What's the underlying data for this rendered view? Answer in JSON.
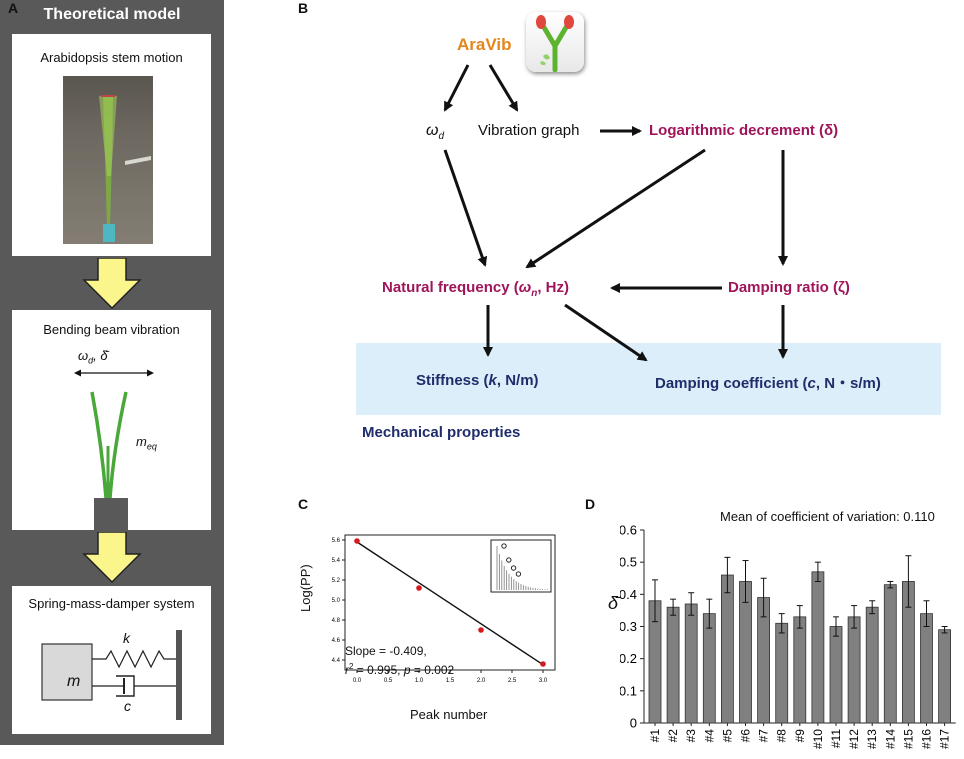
{
  "panels": {
    "a": "A",
    "b": "B",
    "c": "C",
    "d": "D"
  },
  "panelA": {
    "title": "Theoretical model",
    "box1_caption": "Arabidopsis stem motion",
    "box2_caption": "Bending beam vibration",
    "box2_omega": "ω",
    "box2_omega_sub": "d",
    "box2_delta": "δ̄",
    "box2_meq": "m",
    "box2_meq_sub": "eq",
    "box3_caption": "Spring-mass-damper system",
    "mass": "m",
    "spring": "k",
    "damper": "c"
  },
  "panelB": {
    "app_name": "AraVib",
    "omega_d": "ω",
    "omega_d_sub": "d",
    "vibration_graph": "Vibration graph",
    "log_decrement": "Logarithmic decrement (δ)",
    "natural_freq_pre": "Natural frequency (",
    "natural_freq_sym": "ω",
    "natural_freq_sub": "n",
    "natural_freq_post": ", Hz)",
    "damping_ratio": "Damping ratio (ζ)",
    "stiffness_pre": "Stiffness (",
    "stiffness_sym": "k",
    "stiffness_post": ", N/m)",
    "damping_coef_pre": "Damping coefficient (",
    "damping_coef_sym": "c",
    "damping_coef_post": ", N・s/m)",
    "mech_props": "Mechanical properties",
    "colors": {
      "magenta": "#a0145a",
      "navy": "#1f2d6b",
      "orange": "#e3861b",
      "box": "#dbeef9"
    }
  },
  "panelC": {
    "ylabel": "Log(PP)",
    "xlabel": "Peak number",
    "slope_text": "Slope = -0.409,",
    "r2_r": "r",
    "r2_sup": "2",
    "r2_rest": " = 0.995, ",
    "p_sym": "p",
    "p_rest": " = 0.002",
    "xticks": [
      "0.0",
      "0.5",
      "1.0",
      "1.5",
      "2.0",
      "2.5",
      "3.0"
    ],
    "yticks": [
      "4.4",
      "4.6",
      "4.8",
      "5.0",
      "5.2",
      "5.4",
      "5.6"
    ]
  },
  "panelD": {
    "annotation": "Mean of coefficient of variation: 0.110",
    "ylabel": "δ̄",
    "yticks": [
      "0",
      "0.1",
      "0.2",
      "0.3",
      "0.4",
      "0.5",
      "0.6"
    ]
  },
  "chart_data": [
    {
      "type": "scatter",
      "xlabel": "Peak number",
      "ylabel": "Log(PP)",
      "xlim": [
        0,
        3
      ],
      "ylim": [
        4.3,
        5.65
      ],
      "points": [
        {
          "x": 0,
          "y": 5.59
        },
        {
          "x": 1,
          "y": 5.12
        },
        {
          "x": 2,
          "y": 4.7
        },
        {
          "x": 3,
          "y": 4.36
        }
      ],
      "fit": {
        "slope": -0.409,
        "intercept": 5.58
      },
      "point_color": "#d7191c"
    },
    {
      "type": "bar",
      "title": "Mean of coefficient of variation: 0.110",
      "ylabel": "δ̄",
      "ylim": [
        0,
        0.6
      ],
      "categories": [
        "#1",
        "#2",
        "#3",
        "#4",
        "#5",
        "#6",
        "#7",
        "#8",
        "#9",
        "#10",
        "#11",
        "#12",
        "#13",
        "#14",
        "#15",
        "#16",
        "#17"
      ],
      "values": [
        0.38,
        0.36,
        0.37,
        0.34,
        0.46,
        0.44,
        0.39,
        0.31,
        0.33,
        0.47,
        0.3,
        0.33,
        0.36,
        0.43,
        0.44,
        0.34,
        0.29
      ],
      "errors": [
        0.065,
        0.025,
        0.035,
        0.045,
        0.055,
        0.065,
        0.06,
        0.03,
        0.035,
        0.03,
        0.03,
        0.035,
        0.02,
        0.01,
        0.08,
        0.04,
        0.01
      ],
      "bar_color": "#808080"
    }
  ]
}
